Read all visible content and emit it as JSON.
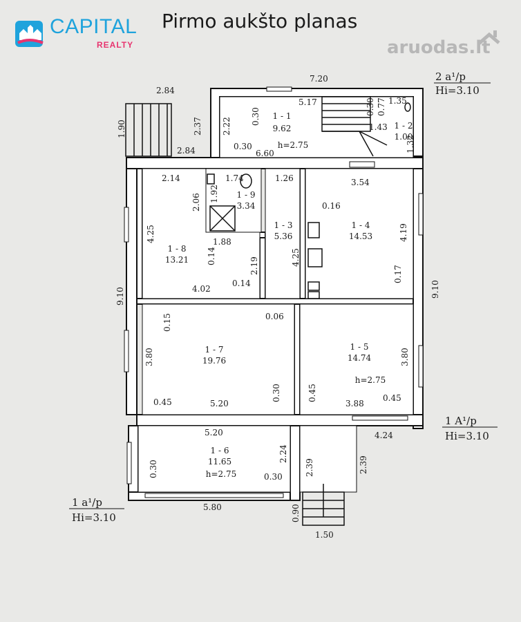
{
  "title": "Pirmo aukšto planas",
  "logo": {
    "word": "CAPITAL",
    "sub": "REALTY"
  },
  "watermark": "aruodas.lt",
  "level_marks": [
    {
      "label": "2 a¹/p",
      "elev": "Hi=3.10"
    },
    {
      "label": "1 A¹/p",
      "elev": "Hi=3.10"
    },
    {
      "label": "1 a¹/p",
      "elev": "Hi=3.10"
    }
  ],
  "rooms": [
    {
      "id": "1 - 1",
      "area": "9.62",
      "height": "h=2.75"
    },
    {
      "id": "1 - 2",
      "area": "1.00"
    },
    {
      "id": "1 - 3",
      "area": "5.36"
    },
    {
      "id": "1 - 4",
      "area": "14.53"
    },
    {
      "id": "1 - 5",
      "area": "14.74",
      "height": "h=2.75"
    },
    {
      "id": "1 - 6",
      "area": "11.65",
      "height": "h=2.75"
    },
    {
      "id": "1 - 7",
      "area": "19.76"
    },
    {
      "id": "1 - 8",
      "area": "13.21"
    },
    {
      "id": "1 - 9",
      "area": "3.34"
    }
  ],
  "dimensions": {
    "d720": "7.20",
    "d284a": "2.84",
    "d517": "5.17",
    "d135": "1.35",
    "d237": "2.37",
    "d222": "2.22",
    "d030a": "0.30",
    "d077": "0.77",
    "d030b": "0.30",
    "d143": "1.43",
    "d132": "1.32",
    "d190": "1.90",
    "d284b": "2.84",
    "d030c": "0.30",
    "d660": "6.60",
    "d214": "2.14",
    "d174": "1.74",
    "d126": "1.26",
    "d354": "3.54",
    "d206": "2.06",
    "d192": "1.92",
    "d016": "0.16",
    "d425a": "4.25",
    "d419": "4.19",
    "d188": "1.88",
    "d014a": "0.14",
    "d219": "2.19",
    "d425b": "4.25",
    "d402": "4.02",
    "d014b": "0.14",
    "d017": "0.17",
    "d910a": "9.10",
    "d910b": "9.10",
    "d015": "0.15",
    "d006": "0.06",
    "d380a": "3.80",
    "d380b": "3.80",
    "d030d": "0.30",
    "d045a": "0.45",
    "d045b": "0.45",
    "d520a": "5.20",
    "d388": "3.88",
    "d045c": "0.45",
    "d424": "4.24",
    "d520b": "5.20",
    "d224": "2.24",
    "d030e": "0.30",
    "d239a": "2.39",
    "d239b": "2.39",
    "d030f": "0.30",
    "d580": "5.80",
    "d090": "0.90",
    "d150": "1.50"
  }
}
